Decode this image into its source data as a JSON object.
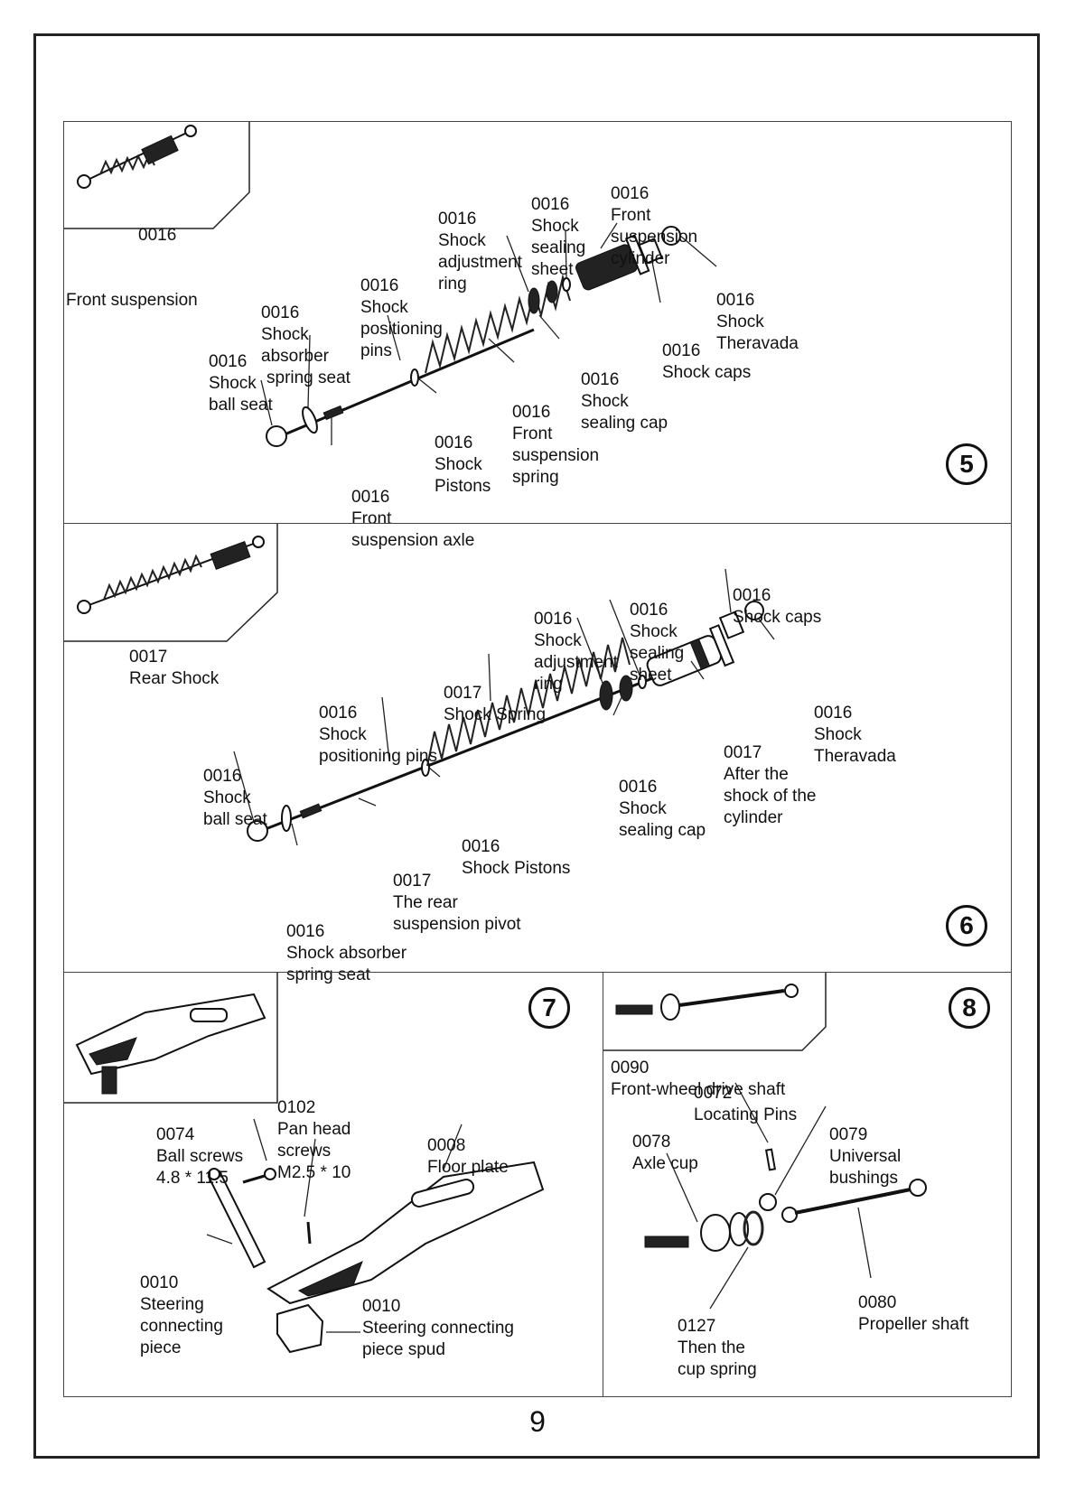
{
  "page_number": "9",
  "step5": {
    "step_number": "5",
    "thumb_caption_code": "0016",
    "thumb_caption_name": "Front suspension",
    "labels": {
      "adj_ring": [
        "0016",
        "Shock",
        "adjustment",
        "ring"
      ],
      "seal_sheet": [
        "0016",
        "Shock",
        "sealing",
        "sheet"
      ],
      "front_cyl": [
        "0016",
        "Front",
        "suspension",
        "cylinder"
      ],
      "theravada": [
        "0016",
        "Shock",
        "Theravada"
      ],
      "shock_caps": [
        "0016",
        "Shock caps"
      ],
      "pos_pins": [
        "0016",
        "Shock",
        "positioning",
        "pins"
      ],
      "spring_seat": [
        "0016",
        "Shock",
        "absorber",
        "spring seat"
      ],
      "ball_seat": [
        "0016",
        "Shock",
        "ball seat"
      ],
      "sealing_cap": [
        "0016",
        "Shock",
        "sealing cap"
      ],
      "front_spring": [
        "0016",
        "Front",
        "suspension",
        "spring"
      ],
      "pistons": [
        "0016",
        "Shock",
        "Pistons"
      ],
      "front_axle": [
        "0016",
        "Front",
        "suspension axle"
      ]
    }
  },
  "step6": {
    "step_number": "6",
    "thumb_caption_code": "0017",
    "thumb_caption_name": "Rear Shock",
    "labels": {
      "shock_caps": [
        "0016",
        "Shock caps"
      ],
      "seal_sheet": [
        "0016",
        "Shock",
        "sealing",
        "sheet"
      ],
      "adj_ring": [
        "0016",
        "Shock",
        "adjustment",
        "ring"
      ],
      "shock_spring": [
        "0017",
        "Shock Spring"
      ],
      "pos_pins": [
        "0016",
        "Shock",
        "positioning pins"
      ],
      "theravada": [
        "0016",
        "Shock",
        "Theravada"
      ],
      "after_cyl": [
        "0017",
        "After the",
        "shock of the",
        "cylinder"
      ],
      "ball_seat": [
        "0016",
        "Shock",
        "ball seat"
      ],
      "sealing_cap": [
        "0016",
        "Shock",
        "sealing cap"
      ],
      "pistons": [
        "0016",
        "Shock Pistons"
      ],
      "rear_pivot": [
        "0017",
        "The rear",
        "suspension pivot"
      ],
      "spring_seat": [
        "0016",
        "Shock absorber",
        "spring seat"
      ]
    }
  },
  "step7": {
    "step_number": "7",
    "labels": {
      "pan_head": [
        "0102",
        "Pan head",
        "screws",
        "M2.5 * 10"
      ],
      "ball_screws": [
        "0074",
        "Ball screws",
        "4.8 * 11.5"
      ],
      "floor_plate": [
        "0008",
        "Floor plate"
      ],
      "steer_piece": [
        "0010",
        "Steering",
        "connecting",
        "piece"
      ],
      "steer_spud": [
        "0010",
        "Steering connecting",
        "piece spud"
      ]
    }
  },
  "step8": {
    "step_number": "8",
    "thumb_caption_code": "0090",
    "thumb_caption_name": "Front-wheel drive shaft",
    "labels": {
      "locating_pins": [
        "0072",
        "Locating Pins"
      ],
      "axle_cup": [
        "0078",
        "Axle cup"
      ],
      "universal": [
        "0079",
        "Universal",
        "bushings"
      ],
      "propeller": [
        "0080",
        "Propeller shaft"
      ],
      "cup_spring": [
        "0127",
        "Then the",
        "cup spring"
      ]
    }
  }
}
